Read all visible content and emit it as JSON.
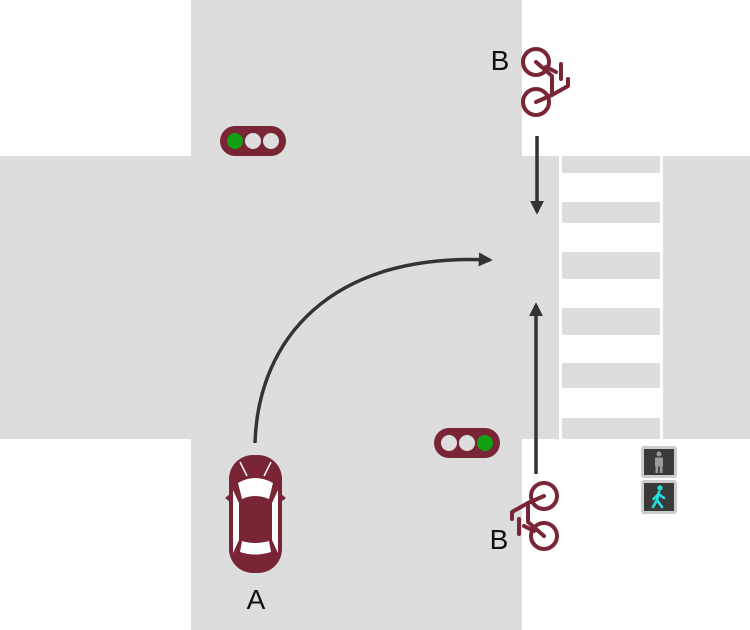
{
  "labels": {
    "car": "A",
    "bicycle_top": "B",
    "bicycle_bottom": "B"
  },
  "colors": {
    "road": "#dddddd",
    "background": "#ffffff",
    "vehicle": "#7a2535",
    "arrow": "#333333",
    "signal_body": "#7a2535",
    "signal_green": "#11a011",
    "signal_off": "#dddddd",
    "pedestrian_walk": "#22e0e0",
    "pedestrian_stop": "#9a9a9a",
    "pedestrian_box": "#3a3a3a"
  },
  "signals": {
    "top_left": {
      "lit": "left",
      "state": "green"
    },
    "bottom_right": {
      "lit": "right",
      "state": "green"
    },
    "pedestrian": {
      "walk_lit": true,
      "stop_lit": false
    }
  },
  "icons": [
    "car-icon",
    "bicycle-icon",
    "traffic-light-icon",
    "pedestrian-signal-icon",
    "arrow-icon"
  ]
}
